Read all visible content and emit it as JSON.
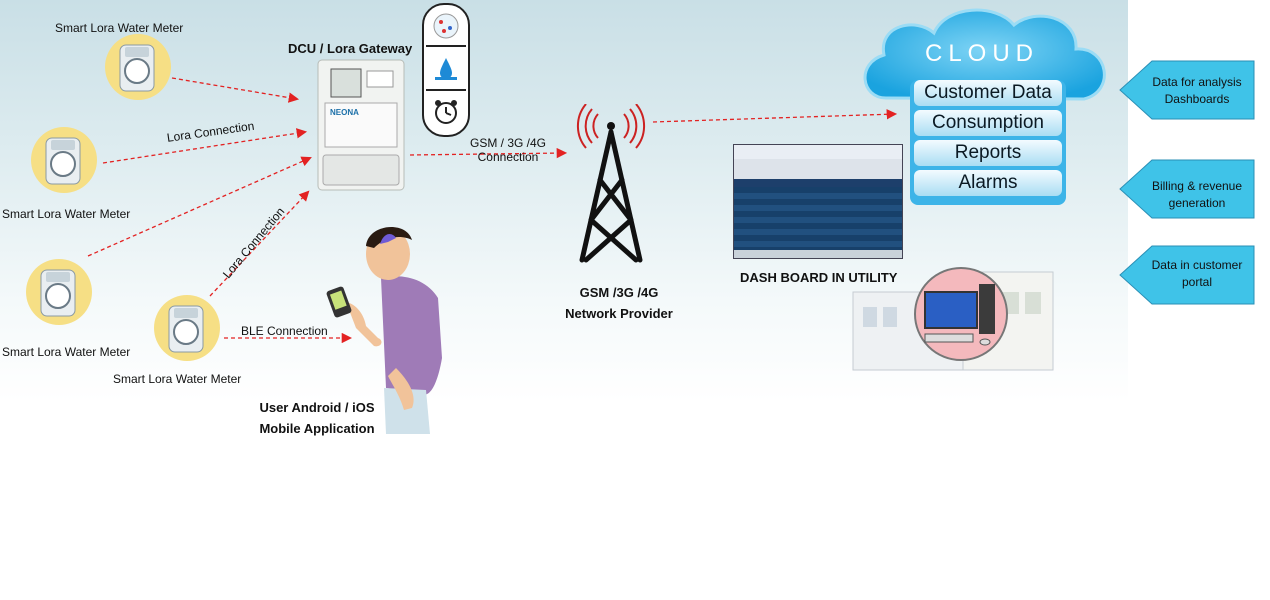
{
  "meters": {
    "m1_label": "Smart Lora Water Meter",
    "m2_label": "Smart Lora Water Meter",
    "m3_label": "Smart Lora Water Meter",
    "m4_label": "Smart Lora Water Meter"
  },
  "connections": {
    "lora1": "Lora Connection",
    "lora2": "Lora Connection",
    "ble": "BLE Connection",
    "gsm_line1": "GSM / 3G /4G",
    "gsm_line2": "Connection"
  },
  "gateway": {
    "title": "DCU / Lora Gateway",
    "brand": "NEONA"
  },
  "network": {
    "line1": "GSM /3G /4G",
    "line2": "Network Provider"
  },
  "mobile": {
    "line1": "User Android / iOS",
    "line2": "Mobile Application"
  },
  "dashboard": {
    "label": "DASH BOARD IN UTILITY"
  },
  "cloud": {
    "title": "CLOUD",
    "items": [
      "Customer Data",
      "Consumption",
      "Reports",
      "Alarms"
    ]
  },
  "outputs": [
    {
      "line1": "Data for  analysis",
      "line2": "Dashboards"
    },
    {
      "line1": "Billing &  revenue",
      "line2": "generation"
    },
    {
      "line1": "Data in  customer",
      "line2": "portal"
    }
  ],
  "colors": {
    "arrow": "#e32222",
    "cloud": "#2aaee4",
    "side_box": "#3fc3e8",
    "meter_circle": "#f6df85"
  }
}
